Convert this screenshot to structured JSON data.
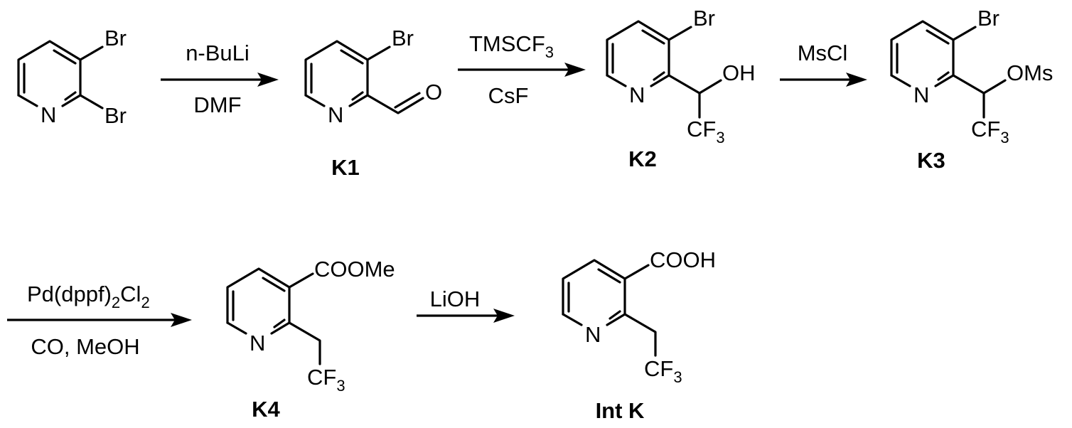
{
  "compounds": [
    {
      "id": "start",
      "label": "",
      "atoms": {
        "n": "N",
        "br3": "Br",
        "br2": "Br"
      }
    },
    {
      "id": "k1",
      "label": "K1",
      "atoms": {
        "n": "N",
        "br3": "Br",
        "o": "O"
      }
    },
    {
      "id": "k2",
      "label": "K2",
      "atoms": {
        "n": "N",
        "br3": "Br",
        "oh": "OH",
        "cf3": "CF",
        "cf3_sub": "3"
      }
    },
    {
      "id": "k3",
      "label": "K3",
      "atoms": {
        "n": "N",
        "br3": "Br",
        "oms": "OMs",
        "cf3": "CF",
        "cf3_sub": "3"
      }
    },
    {
      "id": "k4",
      "label": "K4",
      "atoms": {
        "n": "N",
        "ester": "COOMe",
        "cf3": "CF",
        "cf3_sub": "3"
      }
    },
    {
      "id": "intk",
      "label": "Int K",
      "atoms": {
        "n": "N",
        "acid": "COOH",
        "cf3": "CF",
        "cf3_sub": "3"
      }
    }
  ],
  "reactions": [
    {
      "id": "step1",
      "above": "n-BuLi",
      "below": "DMF"
    },
    {
      "id": "step2",
      "above": "TMSCF",
      "above_sub": "3",
      "below": "CsF"
    },
    {
      "id": "step3",
      "above": "MsCl",
      "below": ""
    },
    {
      "id": "step4",
      "above_a": "Pd(dppf)",
      "above_sub1": "2",
      "above_b": "Cl",
      "above_sub2": "2",
      "below": "CO, MeOH"
    },
    {
      "id": "step5",
      "above": "LiOH",
      "below": ""
    }
  ]
}
